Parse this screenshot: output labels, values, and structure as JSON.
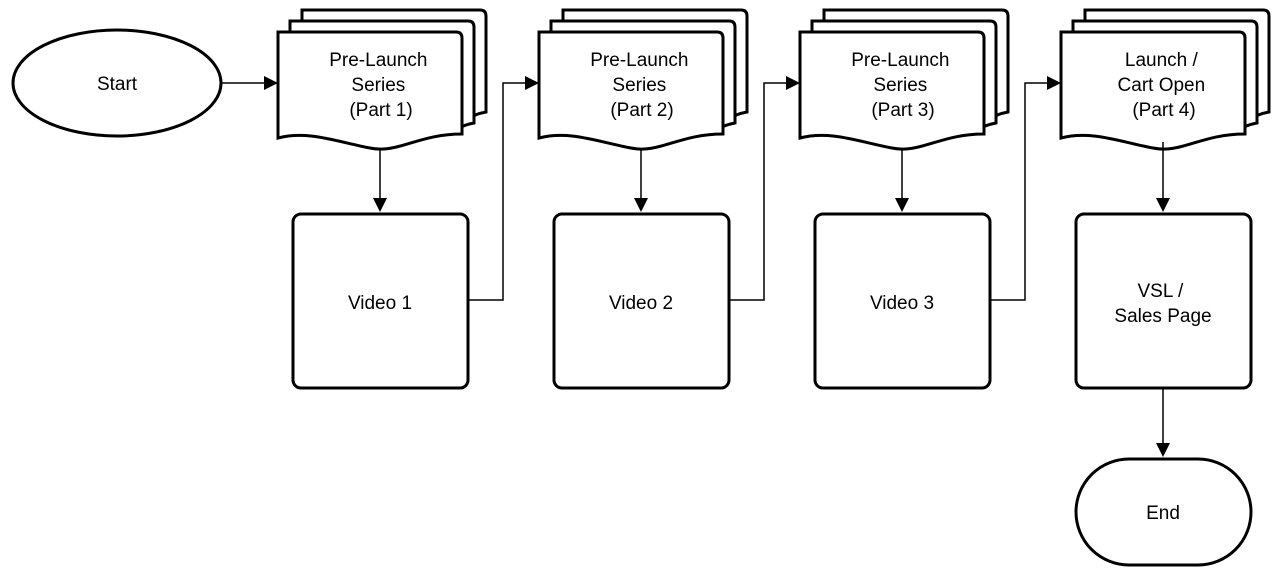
{
  "start": {
    "label": "Start"
  },
  "series": [
    {
      "lines": [
        "Pre-Launch",
        "Series",
        "(Part 1)"
      ],
      "step": {
        "lines": [
          "Video 1"
        ]
      }
    },
    {
      "lines": [
        "Pre-Launch",
        "Series",
        "(Part 2)"
      ],
      "step": {
        "lines": [
          "Video 2"
        ]
      }
    },
    {
      "lines": [
        "Pre-Launch",
        "Series",
        "(Part 3)"
      ],
      "step": {
        "lines": [
          "Video 3"
        ]
      }
    },
    {
      "lines": [
        "Launch /",
        "Cart Open",
        "(Part 4)"
      ],
      "step": {
        "lines": [
          "VSL /",
          "Sales Page"
        ]
      }
    }
  ],
  "end": {
    "label": "End"
  }
}
